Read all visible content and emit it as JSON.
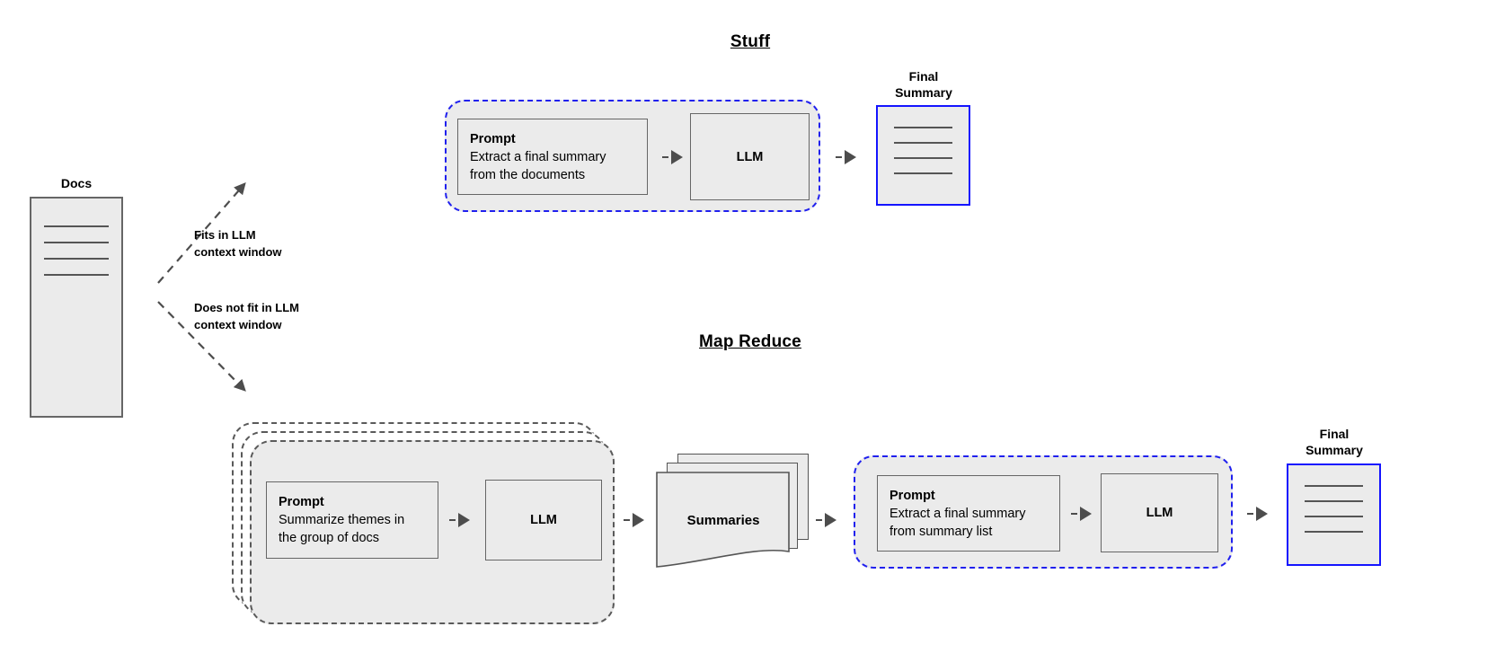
{
  "diagram": {
    "title_stuff": "Stuff",
    "title_map_reduce": "Map Reduce"
  },
  "colors": {
    "shape_fill": "#ebebeb",
    "shape_stroke": "#666666",
    "blue_accent": "#1414ff",
    "blue_dashed": "#2020ee",
    "gray_dashed": "#5a5a5a",
    "arrow": "#4d4d4d",
    "background": "#ffffff"
  },
  "docs_node": {
    "caption": "Docs",
    "line_count": 4
  },
  "branches": [
    {
      "label_line1": "Fits in LLM",
      "label_line2": "context window",
      "direction": "up"
    },
    {
      "label_line1": "Does not fit in LLM",
      "label_line2": "context window",
      "direction": "down"
    }
  ],
  "stuff": {
    "prompt": {
      "title": "Prompt",
      "line1": "Extract a final summary",
      "line2": "from the documents"
    },
    "llm_label": "LLM",
    "final_summary": {
      "caption_line1": "Final",
      "caption_line2": "Summary",
      "line_count": 4
    }
  },
  "map_reduce": {
    "map_stage": {
      "prompt": {
        "title": "Prompt",
        "line1": "Summarize themes in",
        "line2": "the group of docs"
      },
      "llm_label": "LLM",
      "stack_count": 3
    },
    "summaries_node": {
      "label": "Summaries",
      "sheet_count": 3
    },
    "reduce_stage": {
      "prompt": {
        "title": "Prompt",
        "line1": "Extract a final summary",
        "line2": "from summary list"
      },
      "llm_label": "LLM"
    },
    "final_summary": {
      "caption_line1": "Final",
      "caption_line2": "Summary",
      "line_count": 4
    }
  }
}
